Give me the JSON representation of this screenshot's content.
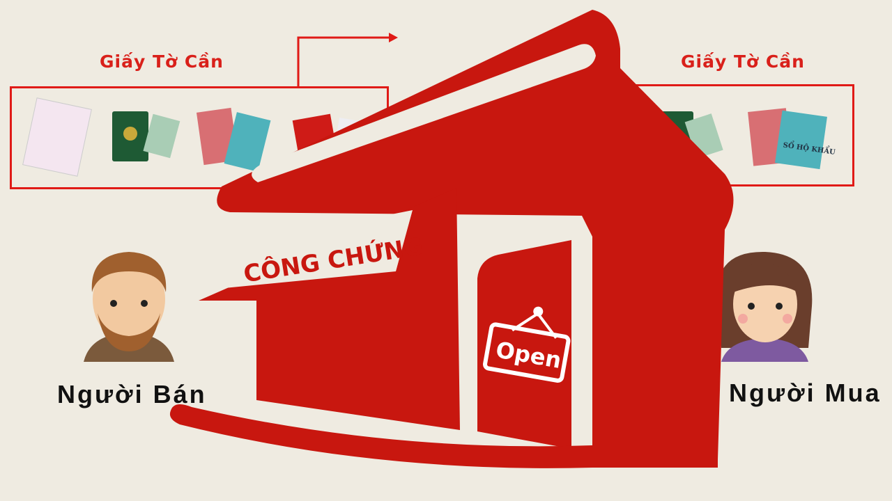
{
  "seller_panel": {
    "title": "Giấy Tờ Cần",
    "person_label": "Người Bán"
  },
  "buyer_panel": {
    "title": "Giấy Tờ Cần",
    "person_label": "Người Mua"
  },
  "documents": {
    "household_book": "SỔ HỘ KHẨU"
  },
  "office": {
    "sign": "CÔNG CHỨNG",
    "door_sign": "Open"
  },
  "colors": {
    "brand_red": "#c8170f",
    "box_red": "#e01a16",
    "background": "#efebe1"
  }
}
